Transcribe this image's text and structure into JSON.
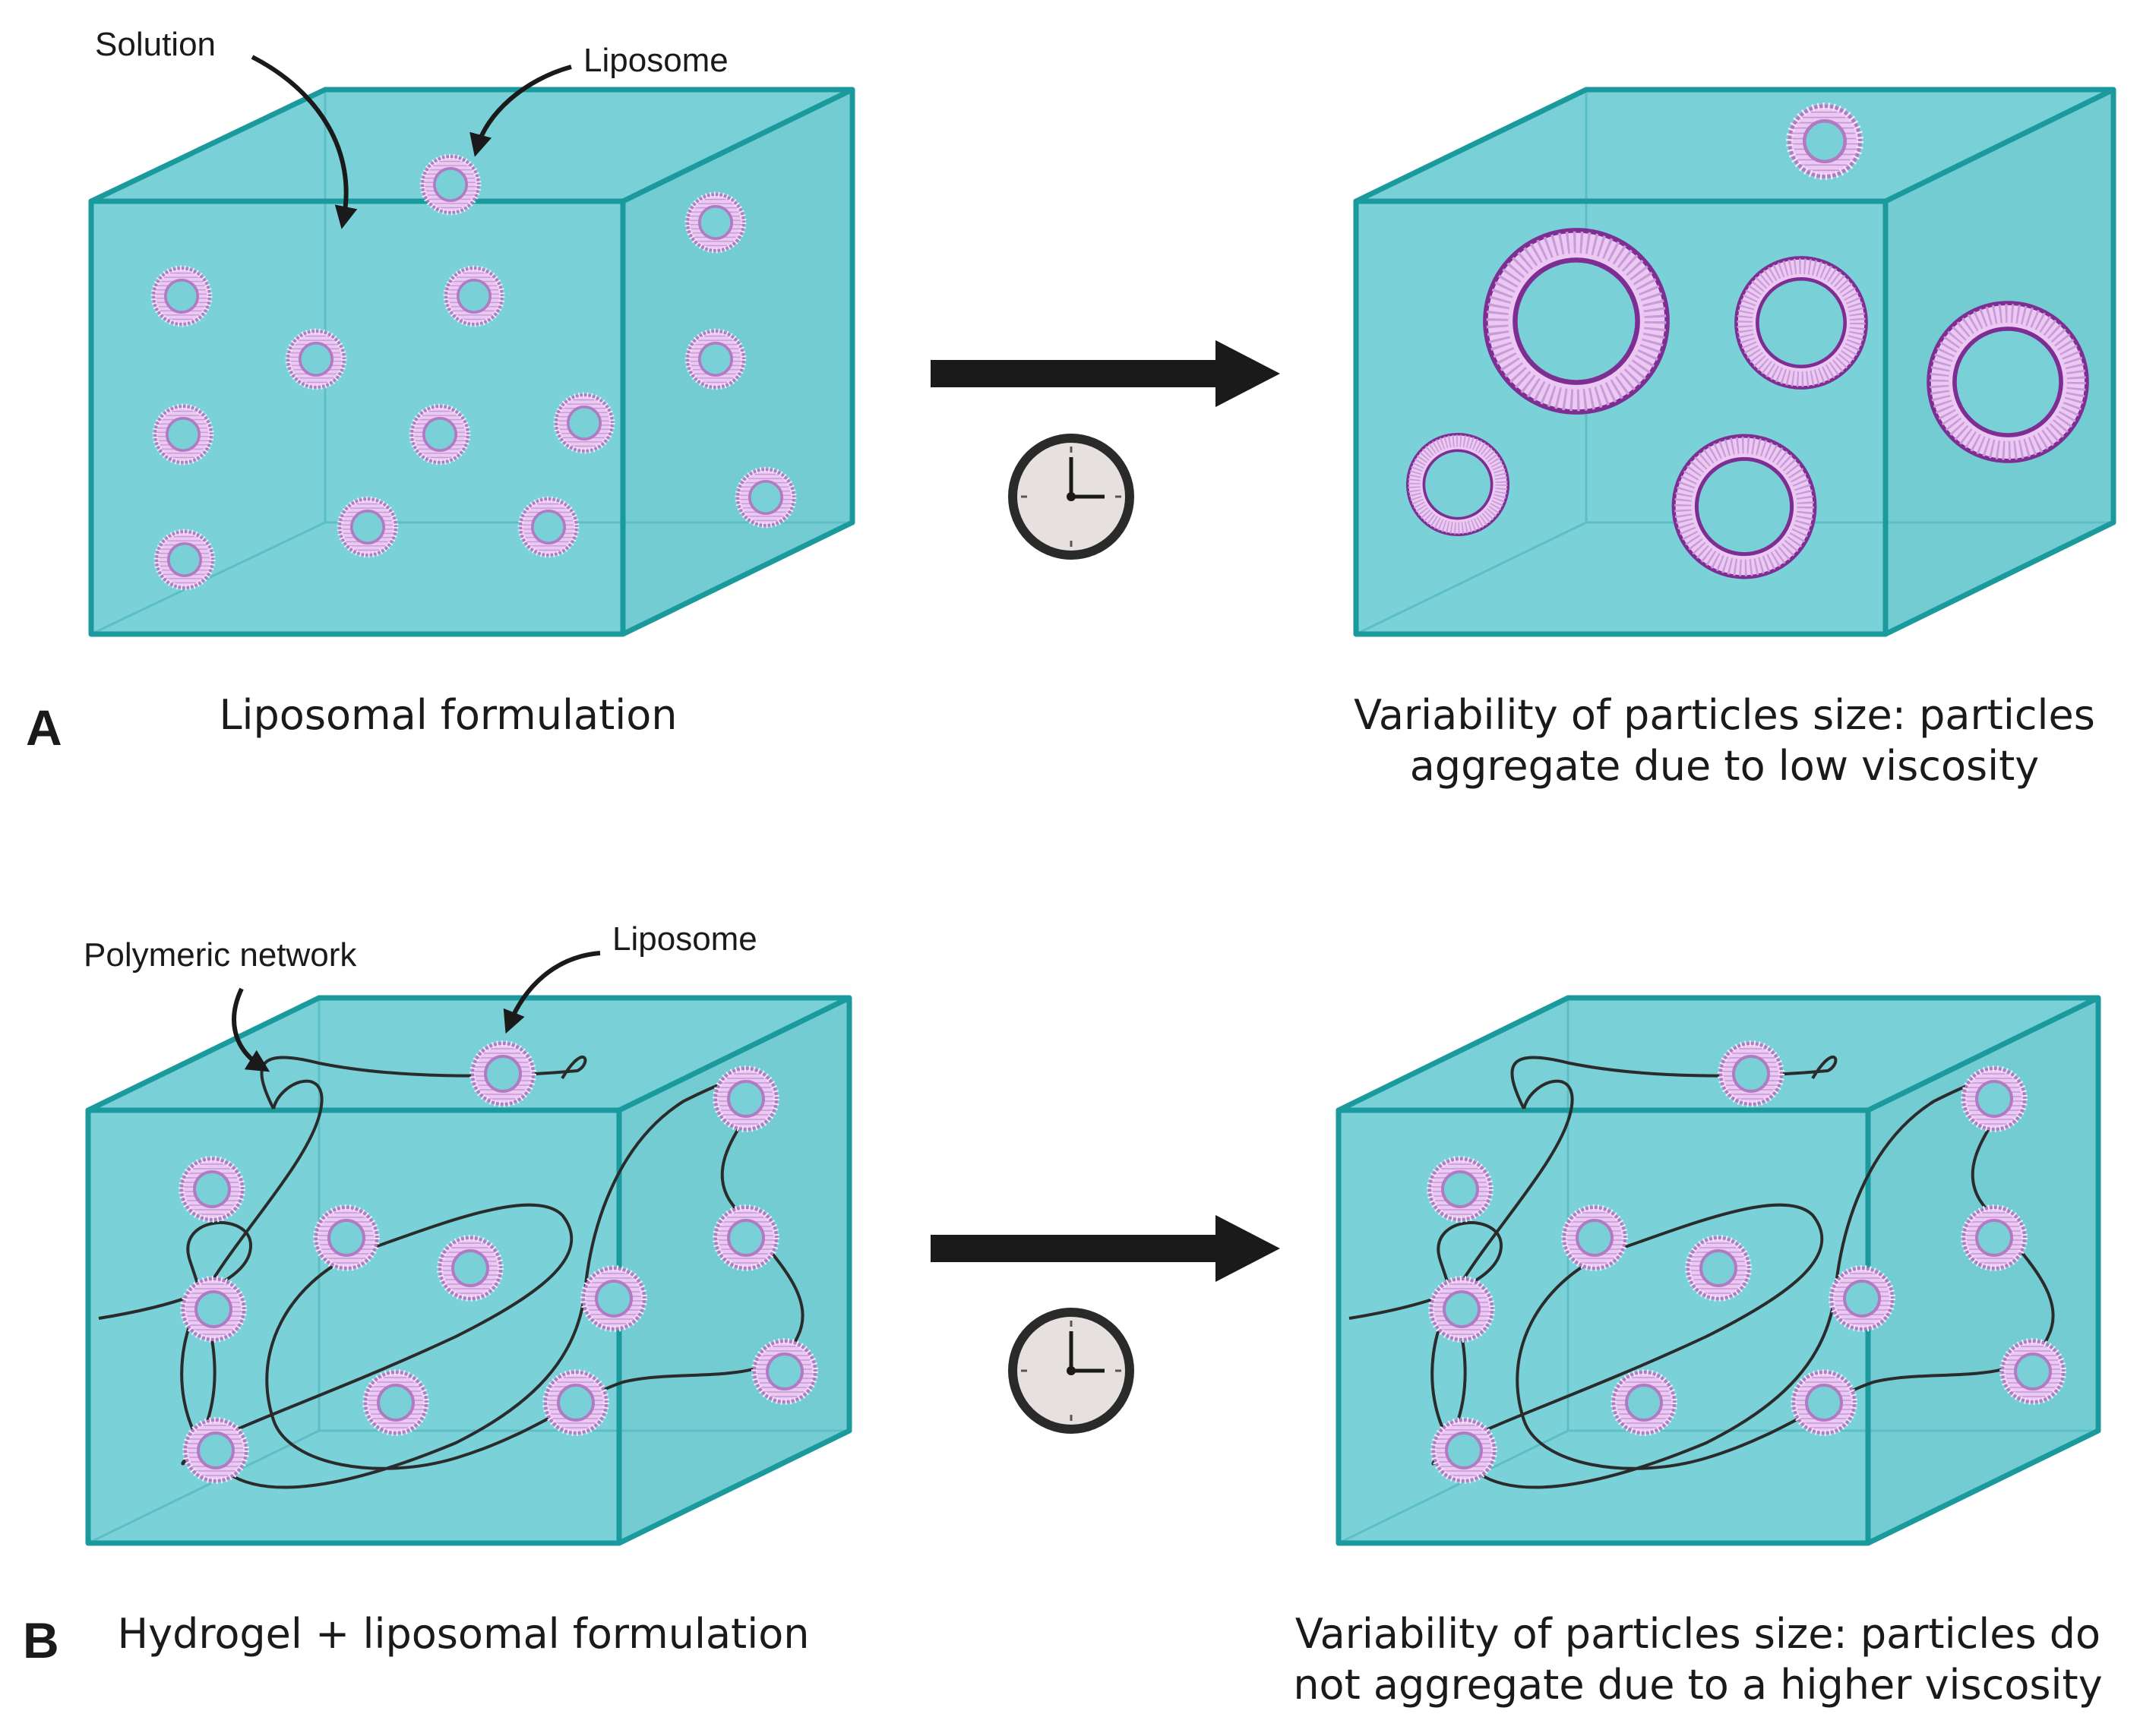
{
  "panel_a": {
    "letter": "A",
    "labels": {
      "solution": "Solution",
      "liposome": "Liposome"
    },
    "left_caption": "Liposomal formulation",
    "right_caption_line1": "Variability of particles size: particles",
    "right_caption_line2": "aggregate due to low viscosity"
  },
  "panel_b": {
    "letter": "B",
    "labels": {
      "network": "Polymeric network",
      "liposome": "Liposome"
    },
    "left_caption": "Hydrogel + liposomal formulation",
    "right_caption_line1": "Variability of particles size: particles do",
    "right_caption_line2": "not aggregate due to a higher viscosity"
  },
  "icons": [
    "clock-icon",
    "arrow-right-icon",
    "liposome-icon",
    "cube-icon"
  ],
  "colors": {
    "cube": "#79D1D7",
    "cube_edge": "#1B9A9E",
    "liposome_fill": "#E9C7F0",
    "liposome_edge": "#8A3FA0",
    "arrow": "#1a1a1a"
  }
}
